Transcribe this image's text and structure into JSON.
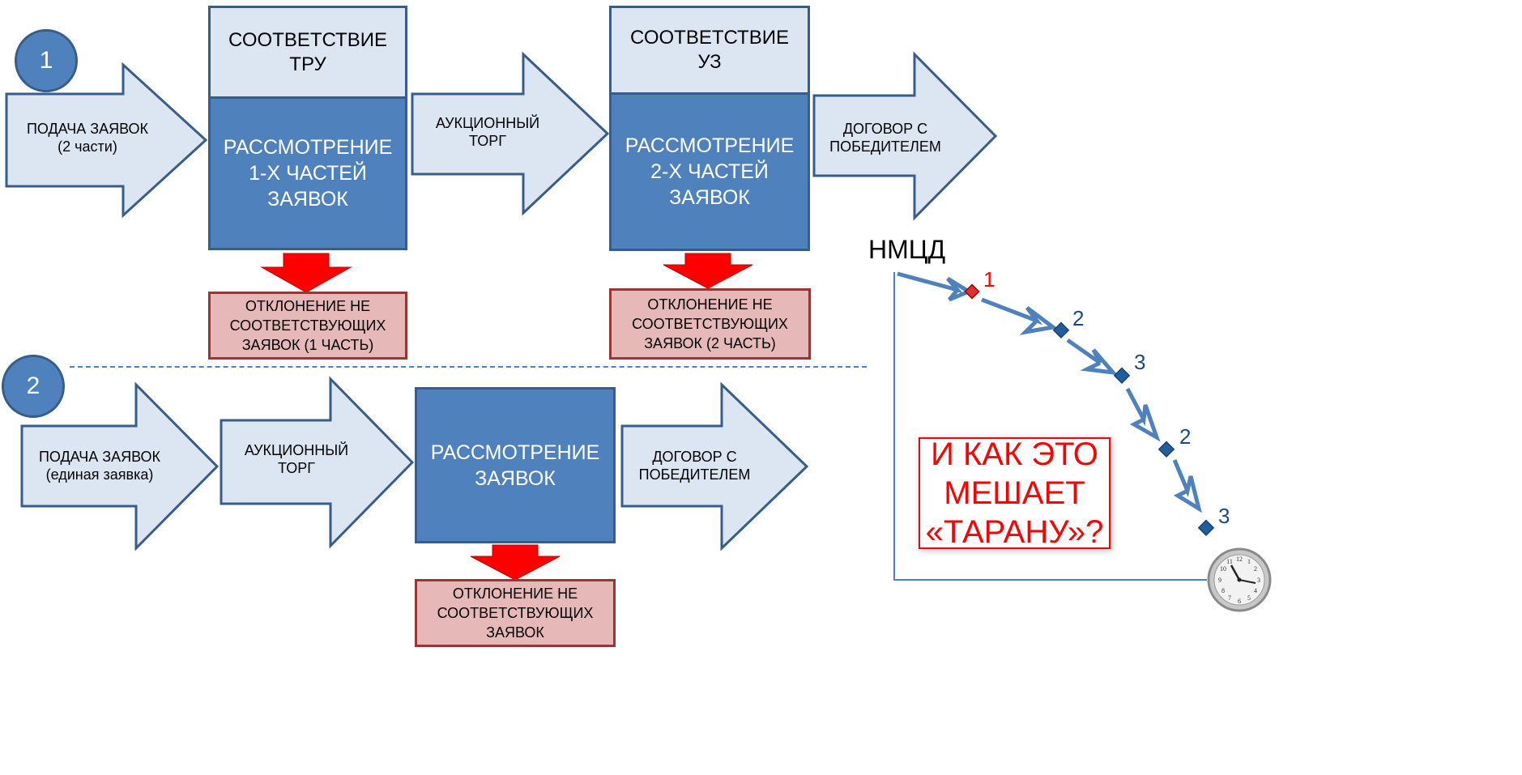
{
  "scheme1": {
    "badge": "1",
    "submit": "ПОДАЧА ЗАЯВОК\n(2 части)",
    "match_tru": "СООТВЕТСТВИЕ\nТРУ",
    "review1": "РАССМОТРЕНИЕ\n1-Х ЧАСТЕЙ\nЗАЯВОК",
    "auction": "АУКЦИОННЫЙ\nТОРГ",
    "match_uz": "СООТВЕТСТВИЕ\nУЗ",
    "review2": "РАССМОТРЕНИЕ\n2-Х ЧАСТЕЙ\nЗАЯВОК",
    "contract": "ДОГОВОР С\nПОБЕДИТЕЛЕМ",
    "reject1": "ОТКЛОНЕНИЕ НЕ\nСООТВЕТСТВУЮЩИХ\nЗАЯВОК (1 ЧАСТЬ)",
    "reject2": "ОТКЛОНЕНИЕ НЕ\nСООТВЕТСТВУЮЩИХ\nЗАЯВОК (2 ЧАСТЬ)"
  },
  "scheme2": {
    "badge": "2",
    "submit": "ПОДАЧА ЗАЯВОК\n(единая заявка)",
    "auction": "АУКЦИОННЫЙ\nТОРГ",
    "review": "РАССМОТРЕНИЕ\nЗАЯВОК",
    "contract": "ДОГОВОР С\nПОБЕДИТЕЛЕМ",
    "reject": "ОТКЛОНЕНИЕ НЕ\nСООТВЕТСТВУЮЩИХ\nЗАЯВОК"
  },
  "graph": {
    "nmcd": "НМЦД",
    "points": [
      "1",
      "2",
      "3",
      "2",
      "3"
    ],
    "question": "И КАК ЭТО\nМЕШАЕТ\n«ТАРАНУ»?"
  },
  "colors": {
    "arrow_fill": "#dce6f2",
    "arrow_stroke": "#385d8a",
    "dark_box": "#4f81bd",
    "reject_fill": "#e6b9b8",
    "red_arrow": "#ff0000",
    "accent_red": "#ff0000"
  }
}
